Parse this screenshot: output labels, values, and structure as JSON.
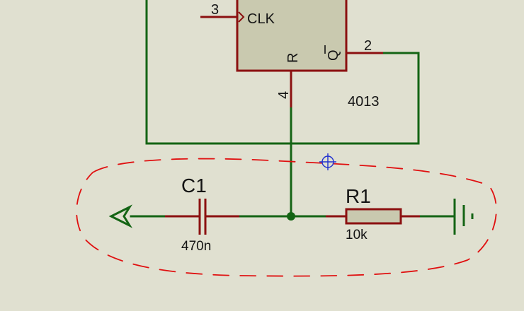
{
  "schematic": {
    "colors": {
      "background": "#e0e0d0",
      "wire": "#146414",
      "component": "#8b1010",
      "chip_fill": "#c9c9af",
      "annotation": "#e01010",
      "cursor": "#2030d0"
    },
    "chip": {
      "part": "4013",
      "pins": {
        "clk": {
          "number": "3",
          "name": "CLK"
        },
        "reset": {
          "number": "4",
          "name": "R"
        },
        "qbar": {
          "number": "2",
          "name": "Q"
        }
      }
    },
    "capacitor": {
      "ref": "C1",
      "value": "470n"
    },
    "resistor": {
      "ref": "R1",
      "value": "10k"
    },
    "icons": {
      "terminal": "terminal-arrow-icon",
      "ground": "ground-icon",
      "cursor": "crosshair-cursor-icon"
    }
  }
}
